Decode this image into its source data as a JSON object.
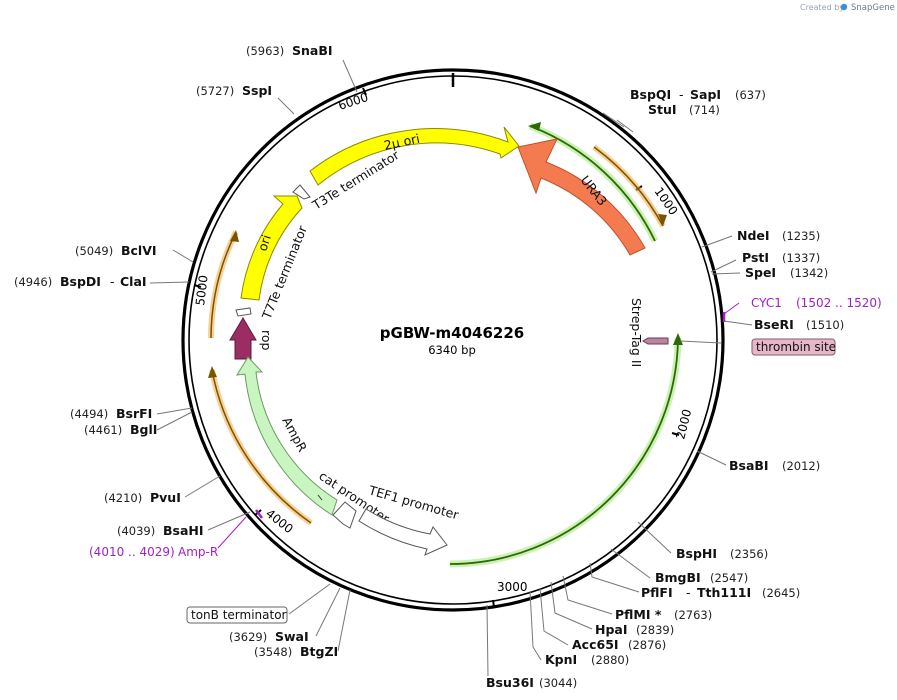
{
  "credit": {
    "created_by": "Created by",
    "brand": "SnapGene"
  },
  "plasmid": {
    "name": "pGBW-m4046226",
    "length": "6340 bp"
  },
  "ticks": [
    "1000",
    "2000",
    "3000",
    "4000",
    "5000",
    "6000"
  ],
  "sites": [
    {
      "enzyme": "SnaBI",
      "pos": "(5963)"
    },
    {
      "enzyme": "SspI",
      "pos": "(5727)"
    },
    {
      "enzyme": "BspQI",
      "enzyme2": "SapI",
      "pos": "(637)"
    },
    {
      "enzyme": "StuI",
      "pos": "(714)"
    },
    {
      "enzyme": "NdeI",
      "pos": "(1235)"
    },
    {
      "enzyme": "PstI",
      "pos": "(1337)"
    },
    {
      "enzyme": "SpeI",
      "pos": "(1342)"
    },
    {
      "enzyme": "BseRI",
      "pos": "(1510)"
    },
    {
      "enzyme": "BsaBI",
      "pos": "(2012)"
    },
    {
      "enzyme": "BspHI",
      "pos": "(2356)"
    },
    {
      "enzyme": "BmgBI",
      "pos": "(2547)"
    },
    {
      "enzyme": "PflFI",
      "enzyme2": "Tth111I",
      "pos": "(2645)"
    },
    {
      "enzyme": "PflMI *",
      "pos": "(2763)"
    },
    {
      "enzyme": "HpaI",
      "pos": "(2839)"
    },
    {
      "enzyme": "Acc65I",
      "pos": "(2876)"
    },
    {
      "enzyme": "KpnI",
      "pos": "(2880)"
    },
    {
      "enzyme": "Bsu36I",
      "pos": "(3044)"
    },
    {
      "enzyme": "SwaI",
      "pos": "(3629)"
    },
    {
      "enzyme": "BtgZI",
      "pos": "(3548)"
    },
    {
      "enzyme": "BsaHI",
      "pos": "(4039)"
    },
    {
      "enzyme": "PvuI",
      "pos": "(4210)"
    },
    {
      "enzyme": "BglI",
      "pos": "(4461)"
    },
    {
      "enzyme": "BsrFI",
      "pos": "(4494)"
    },
    {
      "enzyme": "BspDI",
      "enzyme2": "ClaI",
      "pos": "(4946)"
    },
    {
      "enzyme": "BclVI",
      "pos": "(5049)"
    }
  ],
  "features": {
    "two_micron_ori": "2μ ori",
    "ura3": "URA3",
    "t3te": "T3Te terminator",
    "ori": "ori",
    "t7te": "T7Te terminator",
    "rop": "rop",
    "ampr": "AmpR",
    "cat_promoter": "cat promoter",
    "tef1_promoter": "TEF1 promoter",
    "strep_tag": "Strep-Tag II"
  },
  "primers": [
    {
      "name": "CYC1",
      "range": "(1502 .. 1520)"
    },
    {
      "name": "Amp-R",
      "range": "(4010 .. 4029)"
    }
  ],
  "boxed": {
    "thrombin": "thrombin site",
    "tonb": "tonB terminator"
  },
  "colors": {
    "ori_yellow": "#ffff00",
    "ura3_orange": "#f47b4f",
    "ampr_green": "#c8f5c0",
    "rop_purple": "#9b2d63",
    "primer_orange": "#f4a93b",
    "cds_green": "#6ec23c",
    "thrombin_pink": "#e6b7c8",
    "primer_purple": "#a020c8"
  }
}
